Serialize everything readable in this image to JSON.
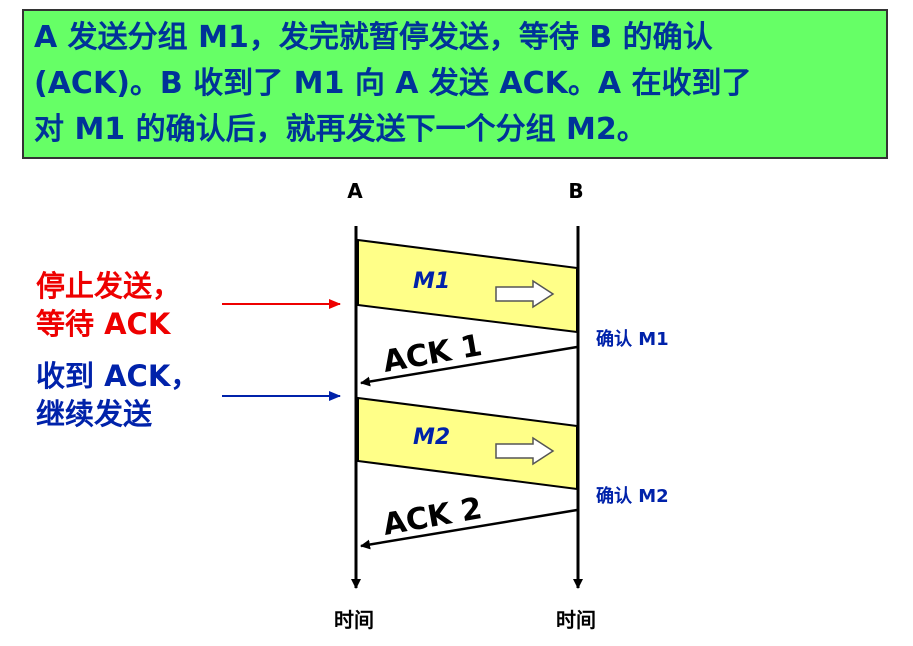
{
  "header": {
    "lines": [
      "A 发送分组 M1，发完就暂停发送，等待 B 的确认",
      "(ACK)。B 收到了 M1 向 A 发送  ACK。A 在收到了",
      "对 M1 的确认后，就再发送下一个分组  M2。"
    ]
  },
  "side_notes": {
    "stop_line1": "停止发送，",
    "stop_line2": "等待 ACK",
    "recv_line1": "收到 ACK，",
    "recv_line2": "继续发送"
  },
  "diagram": {
    "station_a": "A",
    "station_b": "B",
    "time_a": "时间",
    "time_b": "时间",
    "packet1": "M1",
    "packet2": "M2",
    "ack1": "ACK 1",
    "ack2": "ACK 2",
    "confirm1": "确认 M1",
    "confirm2": "确认 M2"
  },
  "colors": {
    "header_bg": "#66ff66",
    "header_text": "#003399",
    "packet_fill": "#ffff88",
    "red_note": "#ee0000",
    "blue_note": "#0022aa"
  }
}
